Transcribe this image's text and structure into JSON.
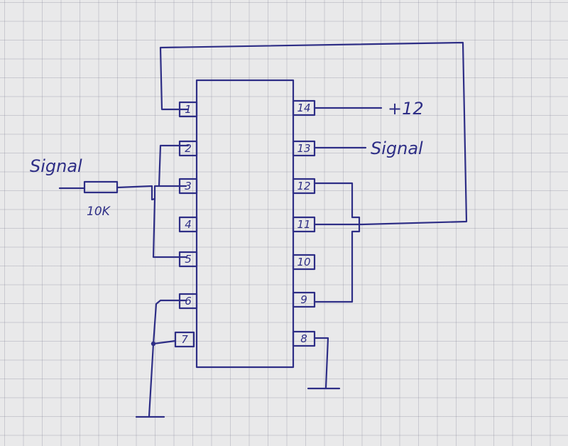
{
  "left_pins": [
    "1",
    "2",
    "3",
    "4",
    "5",
    "6",
    "7"
  ],
  "right_pins": [
    "14",
    "13",
    "12",
    "11",
    "10",
    "9",
    "8"
  ],
  "labels": {
    "supply": "+12",
    "signal_out": "Signal",
    "signal_in": "Signal",
    "resistor": "10K"
  },
  "colors": {
    "ink": "#2e2e86",
    "paper": "#e9e9ea"
  }
}
